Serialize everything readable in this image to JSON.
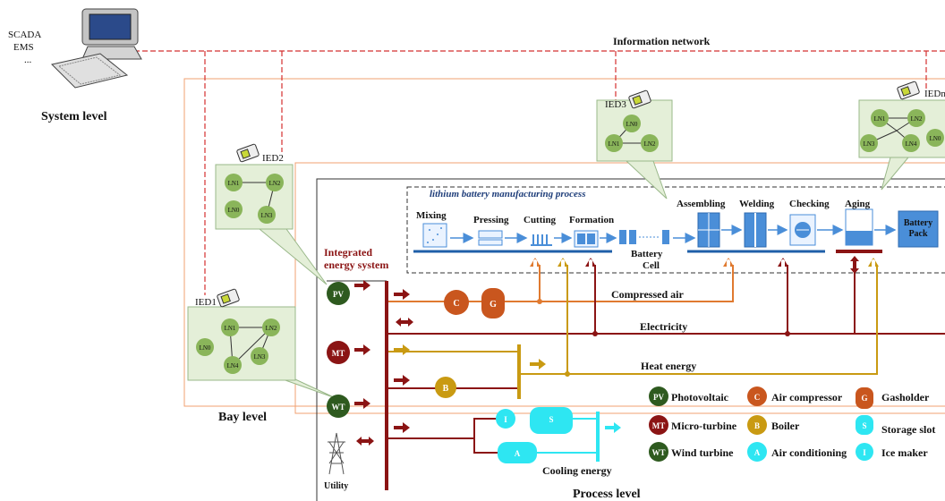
{
  "system": {
    "scada": "SCADA",
    "ems": "EMS",
    "dots": "...",
    "label": "System level"
  },
  "network_label": "Information  network",
  "bay_label": "Bay level",
  "process_label": "Process level",
  "ieds": {
    "ied1": {
      "name": "IED1",
      "nodes": [
        "LN1",
        "LN2",
        "LN0",
        "LN3",
        "LN4"
      ]
    },
    "ied2": {
      "name": "IED2",
      "nodes": [
        "LN1",
        "LN2",
        "LN0",
        "LN3"
      ]
    },
    "ied3": {
      "name": "IED3",
      "nodes": [
        "LN0",
        "LN1",
        "LN2"
      ]
    },
    "iedn": {
      "name": "IEDn",
      "nodes": [
        "LN1",
        "LN2",
        "LN3",
        "LN4",
        "LN0"
      ]
    }
  },
  "manufacturing": {
    "title": "lithium battery manufacturing process",
    "steps": [
      "Mixing",
      "Pressing",
      "Cutting",
      "Formation",
      "Assembling",
      "Welding",
      "Checking",
      "Aging"
    ],
    "battery_cell": "Battery Cell",
    "battery_pack": "Battery Pack"
  },
  "energy": {
    "title": "Integrated energy system",
    "sources": {
      "pv": "PV",
      "mt": "MT",
      "wt": "WT",
      "utility": "Utility"
    },
    "nodes": {
      "c": "C",
      "g": "G",
      "b": "B",
      "i": "I",
      "s": "S",
      "a": "A"
    },
    "lines": {
      "compressed_air": "Compressed air",
      "electricity": "Electricity",
      "heat": "Heat energy",
      "cooling": "Cooling energy"
    }
  },
  "legend": [
    {
      "abbr": "PV",
      "label": "Photovoltaic",
      "color": "#2e5a1f"
    },
    {
      "abbr": "C",
      "label": "Air compressor",
      "color": "#c9561e"
    },
    {
      "abbr": "G",
      "label": "Gasholder",
      "color": "#c9561e"
    },
    {
      "abbr": "MT",
      "label": "Micro-turbine",
      "color": "#8b1414"
    },
    {
      "abbr": "B",
      "label": "Boiler",
      "color": "#c99a12"
    },
    {
      "abbr": "S",
      "label": "Storage slot",
      "color": "#2ee6f2"
    },
    {
      "abbr": "WT",
      "label": "Wind turbine",
      "color": "#2e5a1f"
    },
    {
      "abbr": "A",
      "label": "Air conditioning",
      "color": "#2ee6f2"
    },
    {
      "abbr": "I",
      "label": "Ice maker",
      "color": "#2ee6f2"
    }
  ],
  "colors": {
    "electric": "#8b1414",
    "air": "#e07a30",
    "heat": "#c99a12",
    "cool": "#2ee6f2",
    "network": "#d43030",
    "panel": "#e4efd8",
    "node": "#8ab55a",
    "flow": "#4a8ed8"
  }
}
